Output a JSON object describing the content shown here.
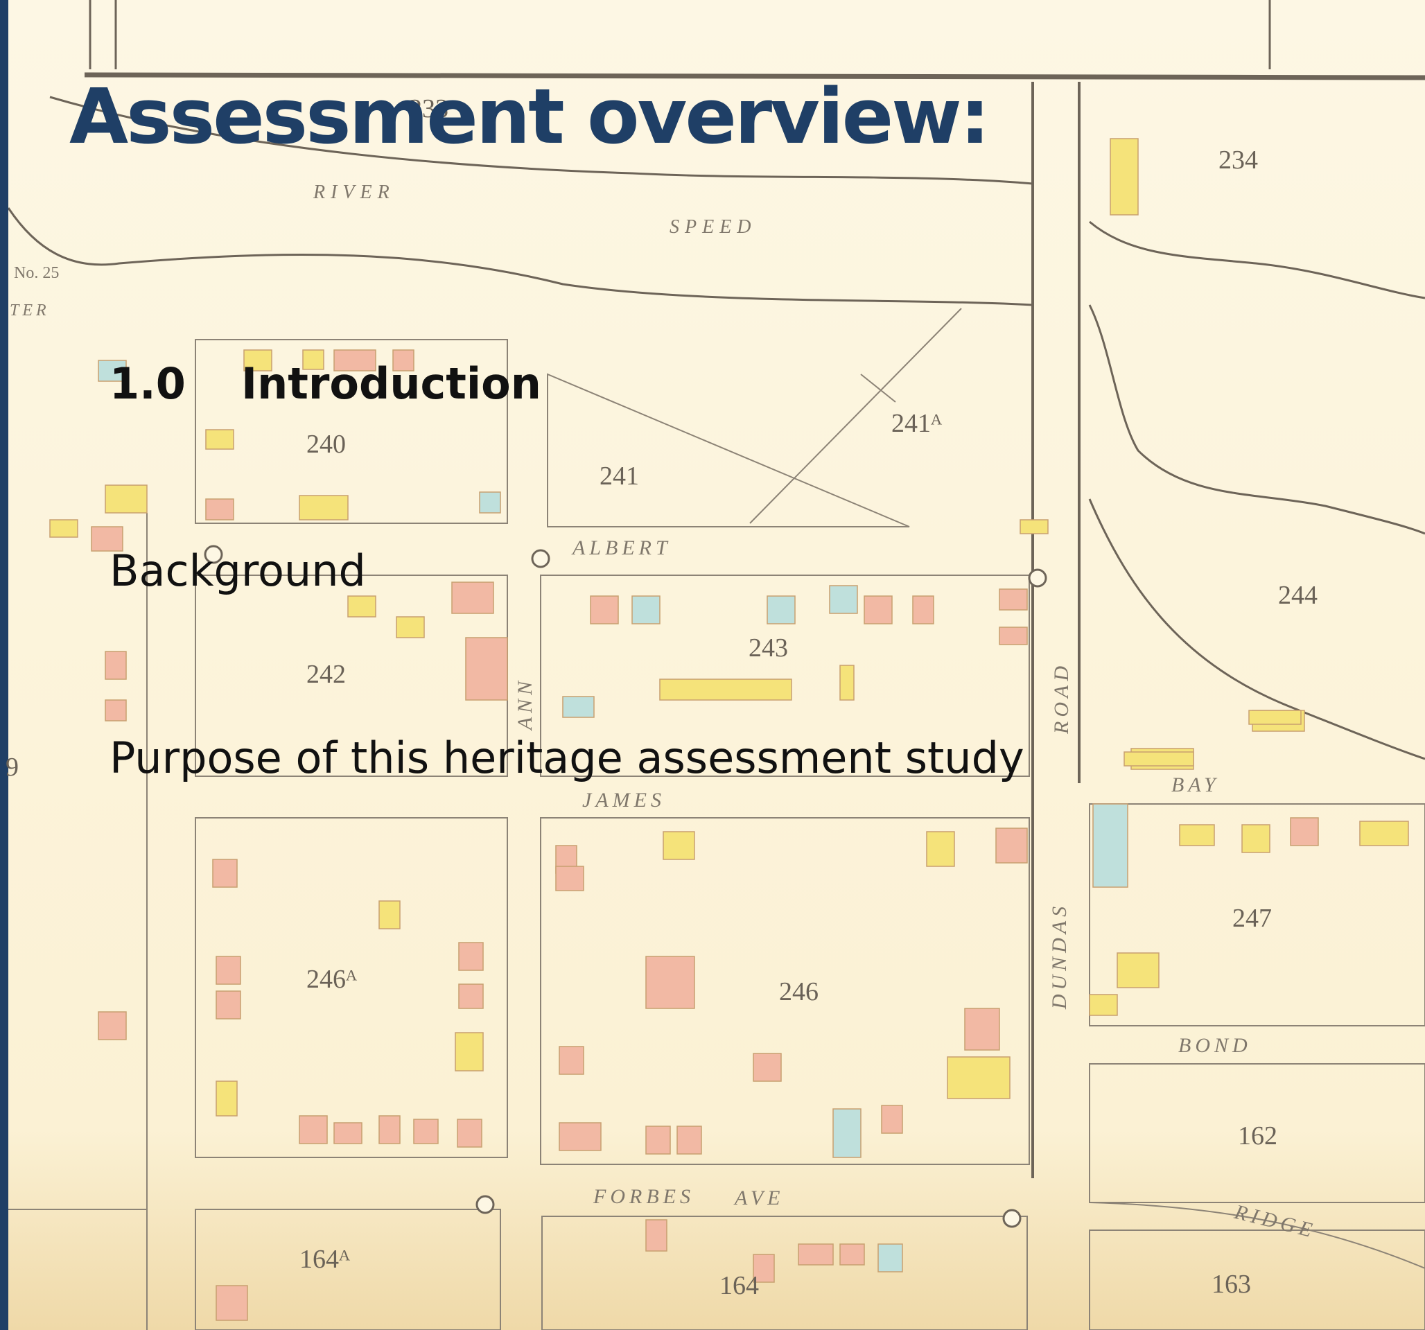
{
  "title": "Assessment overview:",
  "section": {
    "number": "1.0",
    "heading": "Introduction",
    "items": [
      "Background",
      "Purpose of this heritage assessment study"
    ]
  },
  "map_labels": {
    "lots": [
      "233",
      "234",
      "240",
      "241",
      "241ᴬ",
      "242",
      "243",
      "244",
      "246ᴬ",
      "246",
      "247",
      "162",
      "163",
      "164ᴬ",
      "164"
    ],
    "streets": [
      "ALBERT",
      "JAMES",
      "FORBES",
      "AVE",
      "BAY",
      "BOND",
      "RIDGE",
      "DUNDAS",
      "ROAD",
      "ANN"
    ],
    "river": [
      "RIVER",
      "SPEED"
    ],
    "other": [
      "No. 25",
      "TER",
      "9"
    ]
  },
  "colors": {
    "title": "#1f3f66",
    "map_background": "#fbf3d8",
    "building_pink": "#f2b9a4",
    "building_yellow": "#f5e37a",
    "building_blue": "#bfe0dc"
  }
}
